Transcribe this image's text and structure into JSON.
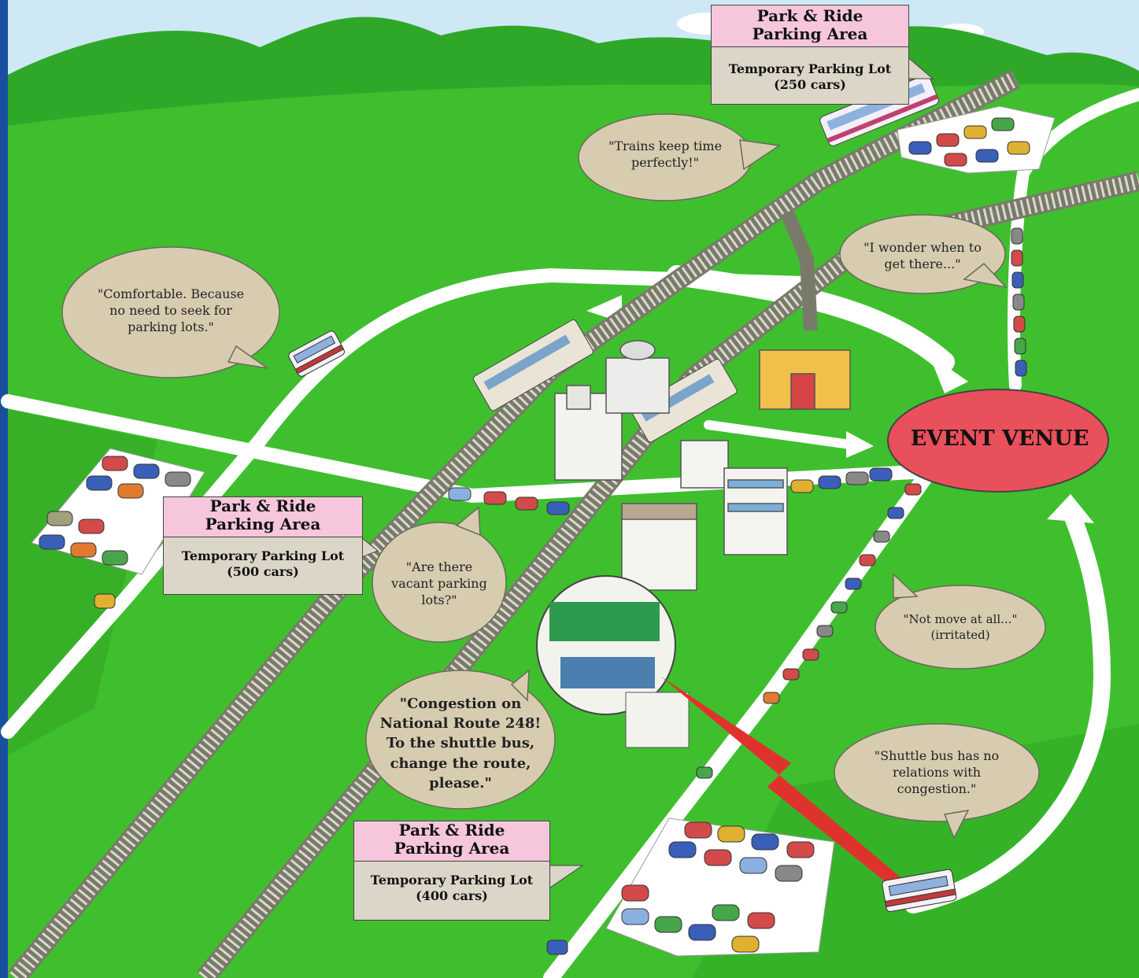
{
  "venue": {
    "label": "EVENT VENUE",
    "color": "#e8505b"
  },
  "parking_areas": [
    {
      "id": "north",
      "title_line1": "Park & Ride",
      "title_line2": "Parking Area",
      "lot_line1": "Temporary Parking Lot",
      "lot_line2": "(250 cars)"
    },
    {
      "id": "west",
      "title_line1": "Park & Ride",
      "title_line2": "Parking Area",
      "lot_line1": "Temporary Parking Lot",
      "lot_line2": "(500 cars)"
    },
    {
      "id": "south",
      "title_line1": "Park & Ride",
      "title_line2": "Parking Area",
      "lot_line1": "Temporary Parking Lot",
      "lot_line2": "(400 cars)"
    }
  ],
  "bubbles": {
    "trains": [
      "\"Trains keep time",
      "perfectly!\""
    ],
    "wonder": [
      "\"I wonder when to",
      "get there...\""
    ],
    "comfortable": [
      "\"Comfortable. Because",
      "no need to seek for",
      "parking lots.\""
    ],
    "vacant": [
      "\"Are there",
      "vacant parking",
      "lots?\""
    ],
    "not_move": [
      "\"Not move at all...\"",
      "(irritated)"
    ],
    "congestion": [
      "\"Congestion on",
      "National Route 248!",
      "To the shuttle bus,",
      "change the route,",
      "please.\""
    ],
    "shuttle": [
      "\"Shuttle bus has no",
      "relations with",
      "congestion.\""
    ]
  },
  "colors": {
    "grass": "#3fbf2e",
    "grass_dark": "#2e9a22",
    "mountain": "#2fa82a",
    "sky": "#cfe8f5",
    "road": "#ffffff",
    "bubble": "#d8ccb0",
    "sign_head": "#f6c6dc",
    "sign_body": "#dcd6c8",
    "rail": "#8a8a7a"
  }
}
